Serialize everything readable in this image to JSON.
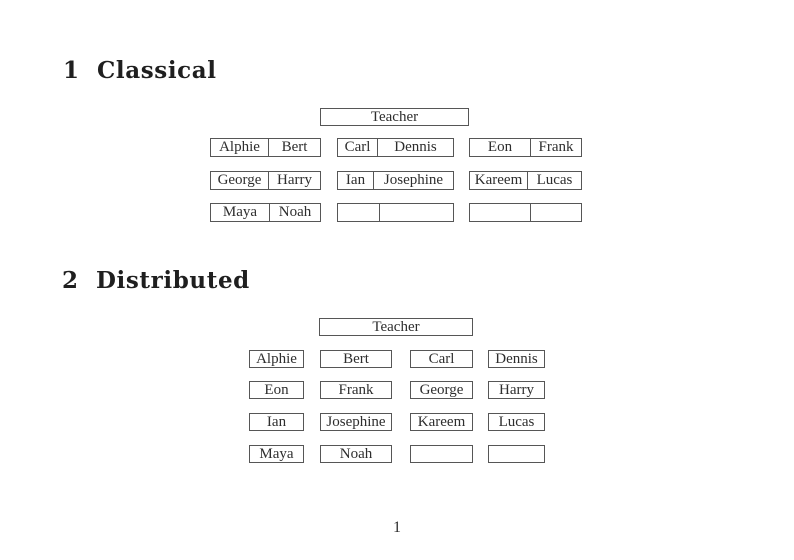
{
  "page_number": "1",
  "sections": [
    {
      "number": "1",
      "title": "Classical",
      "teacher_label": "Teacher",
      "desks": [
        {
          "left": "Alphie",
          "right": "Bert"
        },
        {
          "left": "Carl",
          "right": "Dennis"
        },
        {
          "left": "Eon",
          "right": "Frank"
        },
        {
          "left": "George",
          "right": "Harry"
        },
        {
          "left": "Ian",
          "right": "Josephine"
        },
        {
          "left": "Kareem",
          "right": "Lucas"
        },
        {
          "left": "Maya",
          "right": "Noah"
        },
        {
          "left": "",
          "right": ""
        },
        {
          "left": "",
          "right": ""
        }
      ]
    },
    {
      "number": "2",
      "title": "Distributed",
      "teacher_label": "Teacher",
      "seats": [
        "Alphie",
        "Bert",
        "Carl",
        "Dennis",
        "Eon",
        "Frank",
        "George",
        "Harry",
        "Ian",
        "Josephine",
        "Kareem",
        "Lucas",
        "Maya",
        "Noah",
        "",
        ""
      ]
    }
  ]
}
